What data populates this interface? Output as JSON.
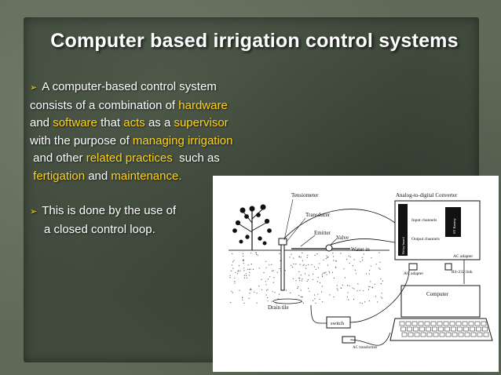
{
  "slide": {
    "title": "Computer based irrigation control systems",
    "bullets": [
      {
        "marker": "➢",
        "lines": [
          [
            {
              "t": "A computer-based control system",
              "hl": false
            }
          ],
          [
            {
              "t": "consists of a combination of ",
              "hl": false
            },
            {
              "t": "hardware",
              "hl": true
            }
          ],
          [
            {
              "t": "and ",
              "hl": false
            },
            {
              "t": "software",
              "hl": true
            },
            {
              "t": " that ",
              "hl": false
            },
            {
              "t": "acts",
              "hl": true
            },
            {
              "t": " as a ",
              "hl": false
            },
            {
              "t": "supervisor",
              "hl": true
            }
          ],
          [
            {
              "t": "with the purpose of ",
              "hl": false
            },
            {
              "t": "managing irrigation",
              "hl": true
            }
          ],
          [
            {
              "t": " and other ",
              "hl": false
            },
            {
              "t": "related practices",
              "hl": true
            },
            {
              "t": "  such as",
              "hl": false
            }
          ],
          [
            {
              "t": " fertigation",
              "hl": true
            },
            {
              "t": " and ",
              "hl": false
            },
            {
              "t": "maintenance.",
              "hl": true
            }
          ]
        ]
      },
      {
        "marker": "➢",
        "lines": [
          [
            {
              "t": "This is done by the use of",
              "hl": false
            }
          ],
          [
            {
              "t": "a closed control loop.",
              "hl": false
            }
          ]
        ]
      }
    ]
  },
  "diagram": {
    "labels": {
      "tensiometer": "Tensiometer",
      "transducer": "Transducer",
      "emitter": "Emitter",
      "valve": "Valve",
      "water_in": "Water in",
      "drain_tile": "Drain tile",
      "adc": "Analog-to-digital Converter",
      "input_channels": "Input channels",
      "output_channels": "Output channels",
      "relay_board": "Relay board",
      "power_supply": "6V Battery",
      "ac_adapter_1": "AC adapter",
      "ac_adapter_2": "AC adapter",
      "rs232": "RS-232 link",
      "computer": "Computer",
      "switch": "switch",
      "ac_transformer": "AC transformer"
    }
  },
  "colors": {
    "highlight": "#ffd11a",
    "text": "#ffffff",
    "panel": "#3f4a3c"
  }
}
